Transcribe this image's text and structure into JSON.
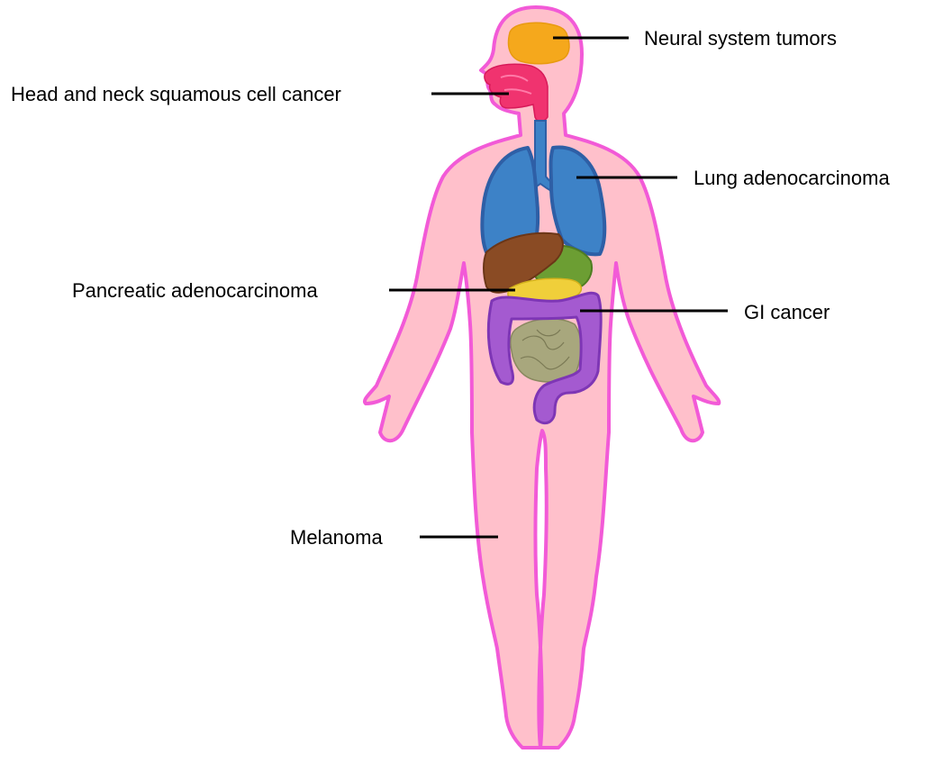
{
  "labels": {
    "neural": "Neural system tumors",
    "head_neck": "Head and neck squamous cell cancer",
    "lung": "Lung adenocarcinoma",
    "pancreatic": "Pancreatic adenocarcinoma",
    "gi": "GI cancer",
    "melanoma": "Melanoma"
  },
  "colors": {
    "body_fill": "#ffc0cb",
    "body_outline": "#f25ad7",
    "brain": "#f5a81c",
    "upper_airway": "#f0336f",
    "trachea_lungs": "#3d82c7",
    "lung_outline": "#2e5fa6",
    "liver": "#8a4b24",
    "stomach": "#6c9e33",
    "pancreas": "#f0cf3a",
    "large_intestine": "#a45ad0",
    "small_intestine": "#a8a77d",
    "leader_line": "#000000"
  },
  "icons": {
    "body": "human-body-silhouette",
    "brain": "brain-icon",
    "airway": "upper-airway-icon",
    "lungs": "lungs-icon",
    "liver": "liver-icon",
    "stomach": "stomach-icon",
    "pancreas": "pancreas-icon",
    "colon": "large-intestine-icon",
    "small_intestine": "small-intestine-icon"
  }
}
